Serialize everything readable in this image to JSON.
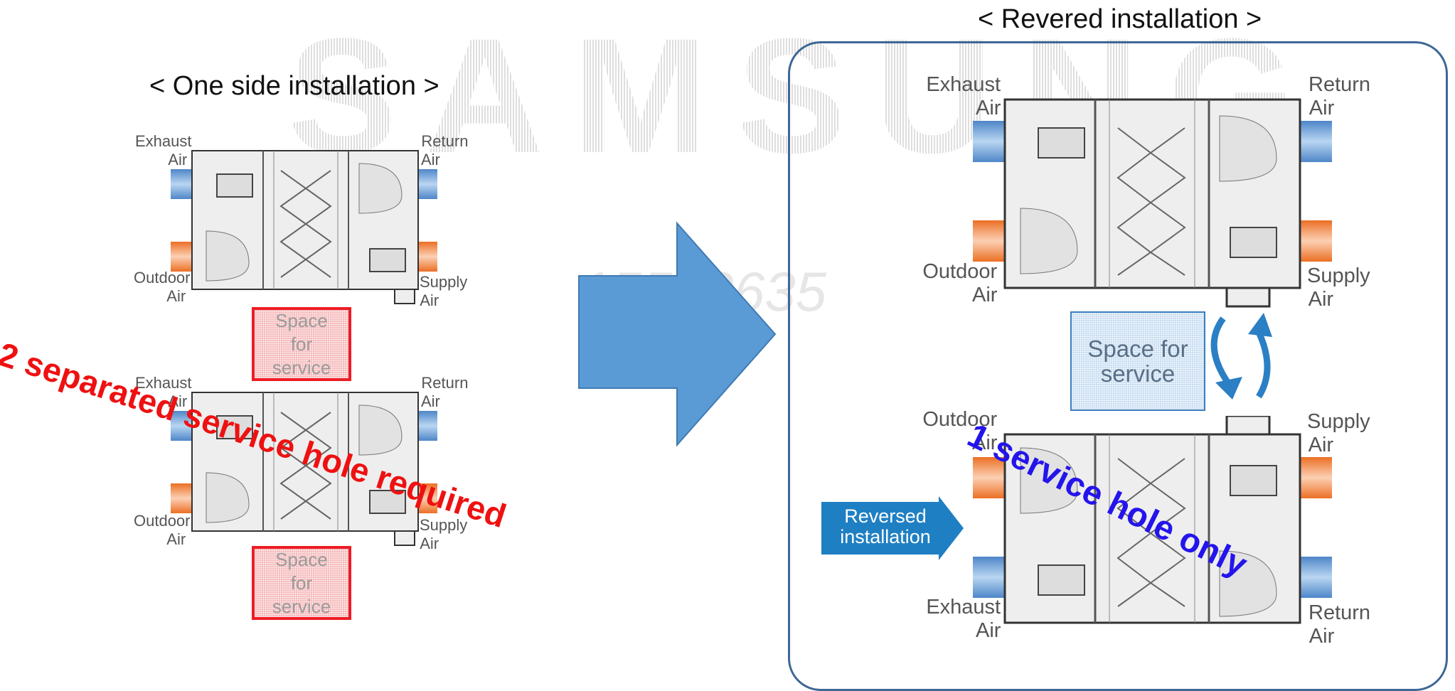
{
  "left": {
    "heading": "< One side installation >",
    "unit_top": {
      "exhaust_1": "Exhaust",
      "exhaust_2": "Air",
      "return_1": "Return",
      "return_2": "Air",
      "outdoor_1": "Outdoor",
      "outdoor_2": "Air",
      "supply_1": "Supply",
      "supply_2": "Air"
    },
    "unit_bottom": {
      "exhaust_1": "Exhaust",
      "exhaust_2": "Air",
      "return_1": "Return",
      "return_2": "Air",
      "outdoor_1": "Outdoor",
      "outdoor_2": "Air",
      "supply_1": "Supply",
      "supply_2": "Air"
    },
    "service_1": [
      "Space",
      "for",
      "service"
    ],
    "service_2": [
      "Space",
      "for",
      "service"
    ],
    "overlay": "2 separated service hole required"
  },
  "right": {
    "heading": "< Revered installation >",
    "unit_top": {
      "exhaust_1": "Exhaust",
      "exhaust_2": "Air",
      "return_1": "Return",
      "return_2": "Air",
      "outdoor_1": "Outdoor",
      "outdoor_2": "Air",
      "supply_1": "Supply",
      "supply_2": "Air"
    },
    "unit_bottom": {
      "outdoor_1": "Outdoor",
      "outdoor_2": "Air",
      "supply_1": "Supply",
      "supply_2": "Air",
      "exhaust_1": "Exhaust",
      "exhaust_2": "Air",
      "return_1": "Return",
      "return_2": "Air"
    },
    "service": [
      "Space for",
      "service"
    ],
    "reversed_tag": [
      "Reversed",
      "installation"
    ],
    "overlay": "1 service hole only"
  },
  "watermark": {
    "brand": "SAMSUNG",
    "code": "15552635"
  },
  "colors": {
    "exhaust_duct": "#6fa3d8",
    "outdoor_duct": "#ee7f3a",
    "service_red": "#ee1c25",
    "arrow_blue": "#5b9bd5",
    "frame_blue": "#3d6796",
    "overlay_red": "#ee1111",
    "overlay_blue": "#2414ec"
  }
}
